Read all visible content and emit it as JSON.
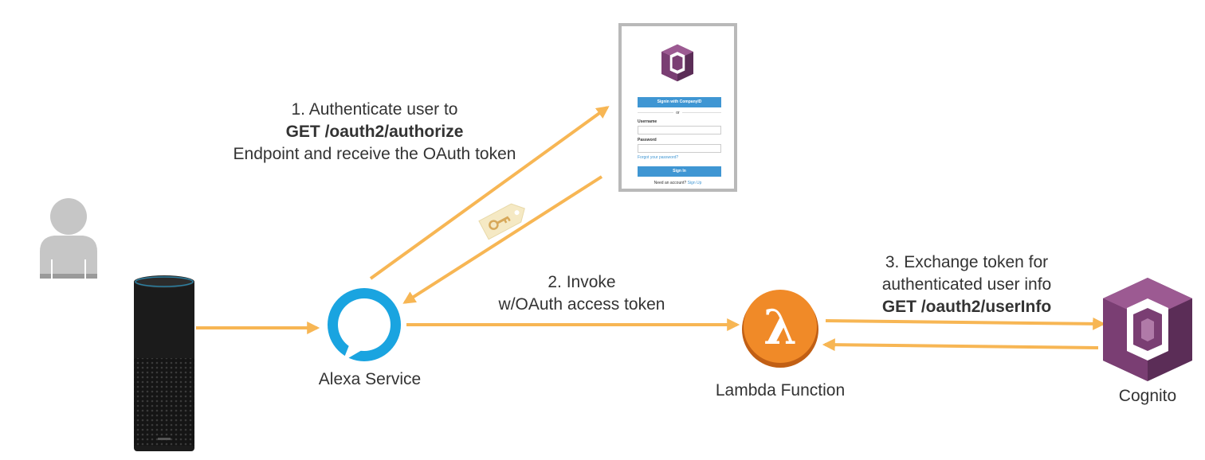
{
  "colors": {
    "arrow": "#f7b654",
    "alexa_blue": "#1aa4e0",
    "lambda_orange": "#f08a28",
    "cognito_purple": "#7a3e73",
    "signin_blue": "#3f96d3"
  },
  "step1": {
    "line1": "1. Authenticate user to",
    "line2": "GET /oauth2/authorize",
    "line3": "Endpoint and receive the OAuth token"
  },
  "step2": {
    "line1": "2. Invoke",
    "line2": "w/OAuth access token"
  },
  "step3": {
    "line1": "3. Exchange token for",
    "line2": "authenticated user info",
    "line3": "GET /oauth2/userInfo"
  },
  "nodes": {
    "alexa": "Alexa Service",
    "lambda": "Lambda Function",
    "cognito": "Cognito"
  },
  "login": {
    "signin_company": "Signin with CompanyID",
    "or": "or",
    "username_label": "Username",
    "password_label": "Password",
    "forgot": "Forgot your password?",
    "signin": "Sign In",
    "need_account": "Need an account?",
    "signup": "Sign Up"
  },
  "icons": [
    "user-icon",
    "echo-device-icon",
    "alexa-icon",
    "lambda-icon",
    "cognito-icon",
    "key-tag-icon"
  ]
}
